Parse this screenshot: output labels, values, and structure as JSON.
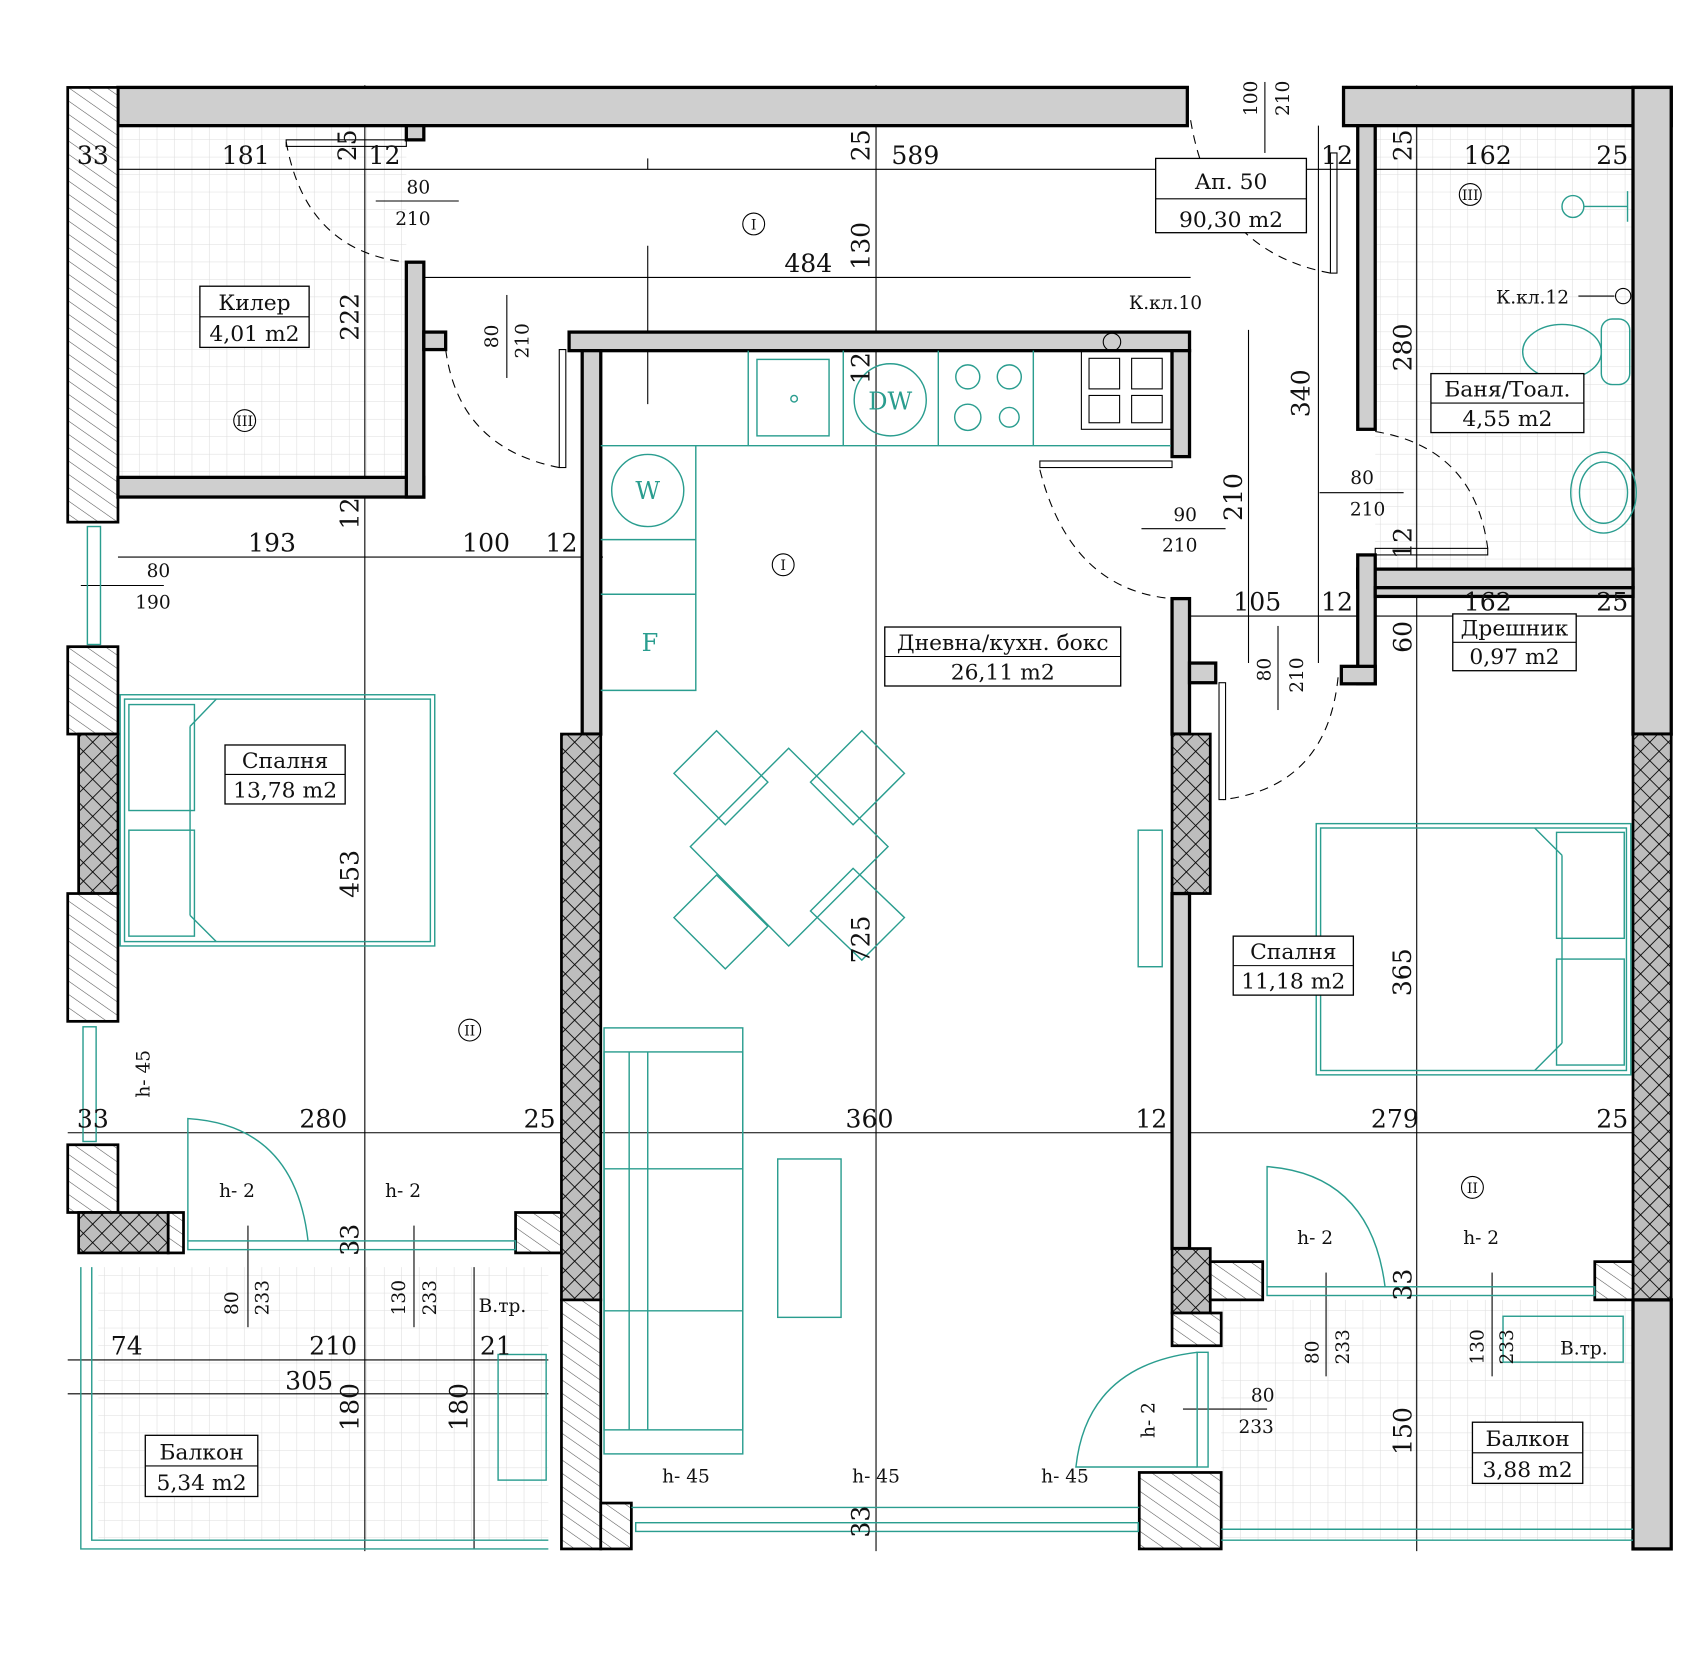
{
  "apartment": {
    "title": "Ап. 50",
    "area": "90,30 m2"
  },
  "rooms": [
    {
      "name": "Килер",
      "area": "4,01 m2"
    },
    {
      "name": "Спалня",
      "area": "13,78 m2"
    },
    {
      "name": "Дневна/кухн. бокс",
      "area": "26,11 m2"
    },
    {
      "name": "Баня/Тоал.",
      "area": "4,55 m2"
    },
    {
      "name": "Дрешник",
      "area": "0,97 m2"
    },
    {
      "name": "Спалня",
      "area": "11,18 m2"
    },
    {
      "name": "Балкон",
      "area": "5,34 m2"
    },
    {
      "name": "Балкон",
      "area": "3,88 m2"
    }
  ],
  "zone_markers": [
    "I",
    "I",
    "II",
    "II",
    "III",
    "III"
  ],
  "appliances": {
    "washer": "W",
    "dishwasher": "DW",
    "fridge": "F"
  },
  "dimensions": [
    "33",
    "181",
    "25",
    "12",
    "80",
    "210",
    "25",
    "589",
    "130",
    "484",
    "222",
    "80",
    "210",
    "12",
    "100",
    "210",
    "12",
    "25",
    "162",
    "25",
    "280",
    "340",
    "210",
    "90",
    "210",
    "80",
    "210",
    "12",
    "12",
    "193",
    "100",
    "12",
    "80",
    "190",
    "105",
    "12",
    "162",
    "25",
    "60",
    "80",
    "210",
    "453",
    "725",
    "365",
    "h- 45",
    "33",
    "280",
    "25",
    "360",
    "12",
    "279",
    "25",
    "h- 2",
    "h- 2",
    "33",
    "80",
    "233",
    "130",
    "233",
    "В.тр.",
    "h- 2",
    "h- 2",
    "33",
    "80",
    "233",
    "130",
    "233",
    "В.тр.",
    "74",
    "210",
    "21",
    "305",
    "180",
    "180",
    "80",
    "233",
    "h- 2",
    "150",
    "h- 45",
    "h- 45",
    "h- 45",
    "33",
    "К.кл.10",
    "К.кл.12"
  ]
}
